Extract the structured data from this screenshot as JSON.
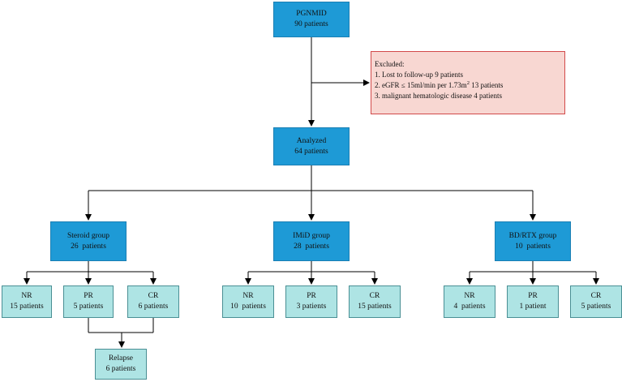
{
  "top": {
    "title": "PGNMID",
    "count": "90 patients"
  },
  "excluded": {
    "heading": "Excluded:",
    "item1": "1. Lost to follow-up 9 patients",
    "item2_pre": "2. eGFR ≤ 15ml/min per 1.73m",
    "item2_sup": "2",
    "item2_post": " 13 patients",
    "item3": "3. malignant hematologic disease 4 patients"
  },
  "analyzed": {
    "title": "Analyzed",
    "count": "64 patients"
  },
  "groups": [
    {
      "title": "Steroid group",
      "count": "26  patients",
      "outcomes": [
        {
          "label": "NR",
          "count": "15 patients"
        },
        {
          "label": "PR",
          "count": "5 patients"
        },
        {
          "label": "CR",
          "count": "6 patients"
        }
      ]
    },
    {
      "title": "IMiD group",
      "count": "28  patients",
      "outcomes": [
        {
          "label": "NR",
          "count": "10  patients"
        },
        {
          "label": "PR",
          "count": "3 patients"
        },
        {
          "label": "CR",
          "count": "15 patients"
        }
      ]
    },
    {
      "title": "BD/RTX group",
      "count": "10  patients",
      "outcomes": [
        {
          "label": "NR",
          "count": "4  patients"
        },
        {
          "label": "PR",
          "count": "1 patient"
        },
        {
          "label": "CR",
          "count": "5 patients"
        }
      ]
    }
  ],
  "relapse": {
    "title": "Relapse",
    "count": "6 patients"
  },
  "colors": {
    "blue_box": "#1e9ad6",
    "teal_box": "#aee4e4",
    "excluded_fill": "#f8d7d2",
    "excluded_border": "#d24a4a"
  }
}
